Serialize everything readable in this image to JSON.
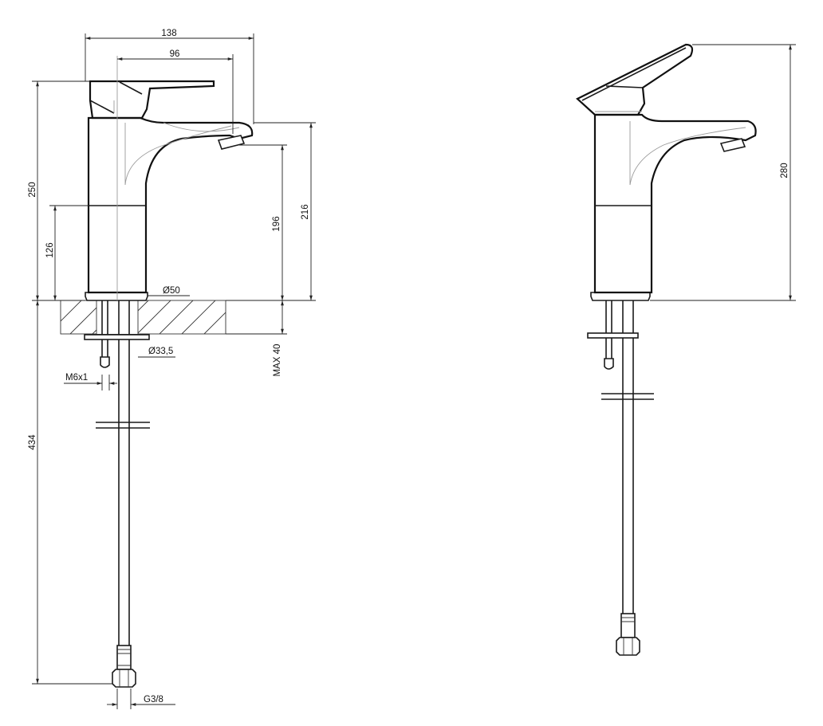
{
  "dimensions": {
    "total_reach": "138",
    "spout_reach": "96",
    "total_height_front": "250",
    "base_to_mid": "126",
    "spout_outlet_height": "196",
    "spout_height": "216",
    "base_diameter": "Ø50",
    "shank_diameter": "Ø33,5",
    "max_deck": "MAX 40",
    "stud_thread": "M6x1",
    "hose_length": "434",
    "hose_connection": "G3/8",
    "total_height_side": "280"
  },
  "colors": {
    "line": "#1a1a1a",
    "background": "#ffffff"
  }
}
